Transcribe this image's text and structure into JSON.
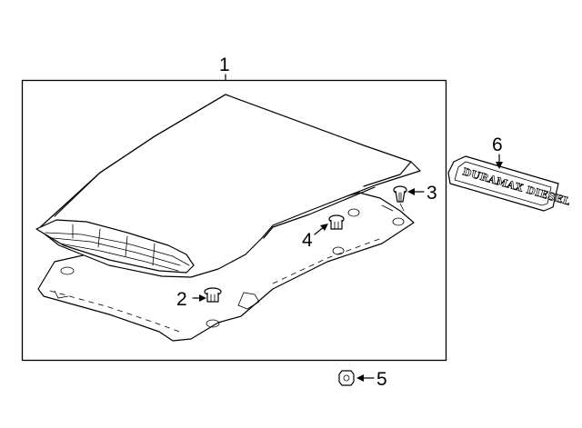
{
  "diagram": {
    "callouts": [
      {
        "id": "1",
        "label": "1"
      },
      {
        "id": "2",
        "label": "2"
      },
      {
        "id": "3",
        "label": "3"
      },
      {
        "id": "4",
        "label": "4"
      },
      {
        "id": "5",
        "label": "5"
      },
      {
        "id": "6",
        "label": "6"
      }
    ],
    "emblem_text": "DURAMAX DIESEL"
  }
}
